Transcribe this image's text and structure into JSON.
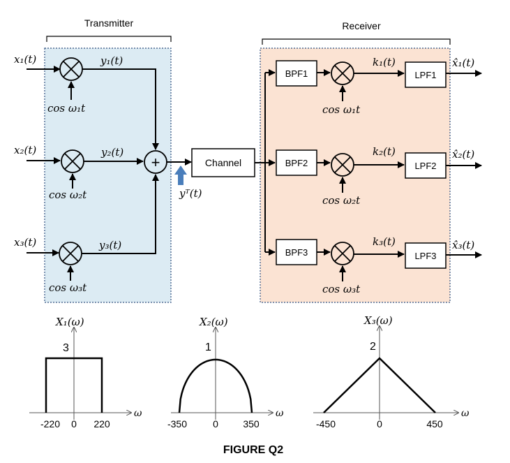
{
  "groups": {
    "transmitter": "Transmitter",
    "receiver": "Receiver"
  },
  "transmitter": {
    "inputs": [
      "x₁(t)",
      "x₂(t)",
      "x₃(t)"
    ],
    "products": [
      "y₁(t)",
      "y₂(t)",
      "y₃(t)"
    ],
    "carriers": [
      "cos ω₁t",
      "cos ω₂t",
      "cos ω₃t"
    ],
    "summer_symbol": "+"
  },
  "channel": {
    "label": "Channel",
    "tap_label": "yᵀ(t)"
  },
  "receiver": {
    "bpf": [
      "BPF1",
      "BPF2",
      "BPF3"
    ],
    "lpf": [
      "LPF1",
      "LPF2",
      "LPF3"
    ],
    "mixed": [
      "k₁(t)",
      "k₂(t)",
      "k₃(t)"
    ],
    "carriers": [
      "cos ω₁t",
      "cos ω₂t",
      "cos ω₃t"
    ],
    "outputs": [
      "x̂₁(t)",
      "x̂₂(t)",
      "x̂₃(t)"
    ]
  },
  "spectra": [
    {
      "type": "rectangle",
      "ylabel": "X₁(ω)",
      "xlabel": "ω",
      "peak_label": "3",
      "ticks": [
        "-220",
        "0",
        "220"
      ],
      "peak": 3,
      "edge": 220
    },
    {
      "type": "semi-ellipse",
      "ylabel": "X₂(ω)",
      "xlabel": "ω",
      "peak_label": "1",
      "ticks": [
        "-350",
        "0",
        "350"
      ],
      "peak": 1,
      "edge": 350
    },
    {
      "type": "triangle",
      "ylabel": "X₃(ω)",
      "xlabel": "ω",
      "peak_label": "2",
      "ticks": [
        "-450",
        "0",
        "450"
      ],
      "peak": 2,
      "edge": 450
    }
  ],
  "caption": "FIGURE Q2",
  "colors": {
    "transmitter_fill": "#dcebf3",
    "receiver_fill": "#fbe3d3",
    "border": "#2f4f7f",
    "tap_arrow": "#4a7ebb",
    "line": "#000000"
  }
}
